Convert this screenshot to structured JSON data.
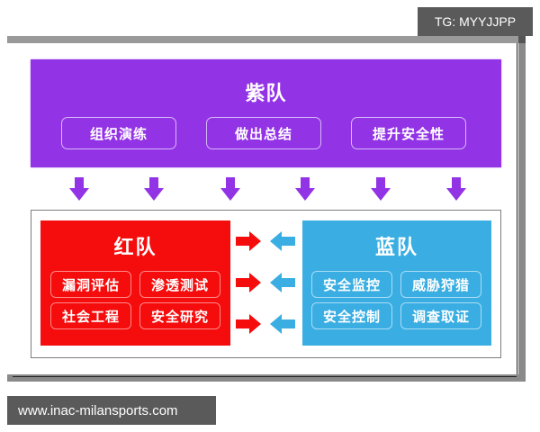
{
  "watermark_top": "TG: MYYJJPP",
  "watermark_bottom": "www.inac-milansports.com",
  "colors": {
    "purple": "#9333e6",
    "red": "#f50c0c",
    "blue": "#3aaee2"
  },
  "purple_team": {
    "title": "紫队",
    "items": [
      "组织演练",
      "做出总结",
      "提升安全性"
    ]
  },
  "down_arrows": {
    "count": 6,
    "icon": "down-arrow-icon"
  },
  "red_team": {
    "title": "红队",
    "items": [
      "漏洞评估",
      "渗透测试",
      "社会工程",
      "安全研究"
    ]
  },
  "blue_team": {
    "title": "蓝队",
    "items": [
      "安全监控",
      "威胁狩猎",
      "安全控制",
      "调查取证"
    ]
  },
  "exchange_arrows": {
    "rows": 3,
    "attack_icon": "right-arrow-icon",
    "defense_icon": "left-arrow-icon"
  }
}
